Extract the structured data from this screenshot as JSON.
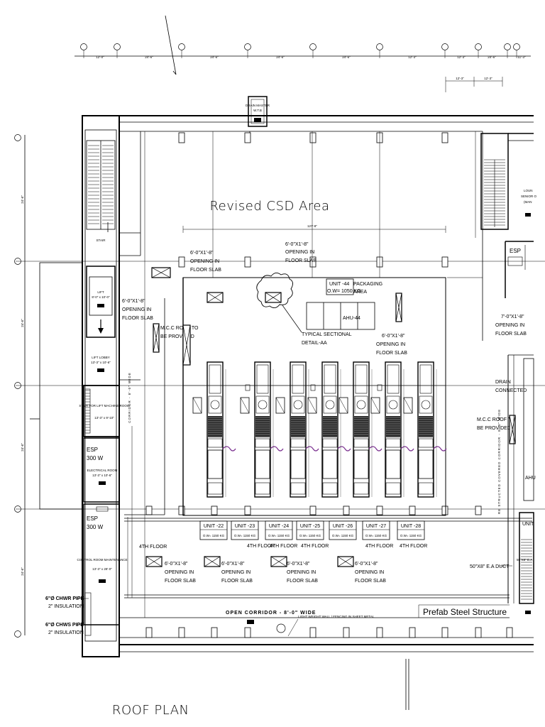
{
  "title": "Revised CSD Area",
  "roof_plan_label": "ROOF PLAN",
  "prefab_label": "Prefab Steel Structure",
  "corridor_label": "OPEN CORRIDOR - 8'-0\" WIDE",
  "light_wall_note": "LIGHT WEIGHT WALL / FENCING IN SHEET METAL",
  "covered_corridor_left": "CORRIDOR - 8'-0\" WIDE",
  "covered_corridor_right": "RE STRUCTED COVERED CORRIDOR - 8'-0\" WIDE",
  "packaging": {
    "unit": "UNIT -44",
    "weight": "O.W= 1050 KG",
    "area": "PACKAGING AREA",
    "ahu": "AHU-44"
  },
  "units": [
    {
      "name": "UNIT -22",
      "weight": "O.W= 1150 KG"
    },
    {
      "name": "UNIT -23",
      "weight": "O.W= 1150 KG"
    },
    {
      "name": "UNIT -24",
      "weight": "O.W= 1150 KG"
    },
    {
      "name": "UNIT -25",
      "weight": "O.W= 1150 KG"
    },
    {
      "name": "UNIT -26",
      "weight": "O.W= 1150 KG"
    },
    {
      "name": "UNIT -27",
      "weight": "O.W= 1150 KG"
    },
    {
      "name": "UNIT -28",
      "weight": "O.W= 1150 KG"
    }
  ],
  "floor_label": "4TH FLOOR",
  "openings": {
    "top_left": [
      "6'-0\"X1'-8\"",
      "OPENING IN",
      "FLOOR SLAB"
    ],
    "top_mid": [
      "6'-0\"X1'-8\"",
      "OPENING IN",
      "FLOOR SLAB"
    ],
    "left": [
      "6'-0\"X1'-8\"",
      "OPENING IN",
      "FLOOR SLAB"
    ],
    "right_pkg": [
      "6'-0\"X1'-8\"",
      "OPENING IN",
      "FLOOR SLAB"
    ],
    "right": [
      "7'-0\"X1'-8\"",
      "OPENING IN",
      "FLOOR SLAB"
    ],
    "bottom": [
      "6'-0\"X1'-8\"",
      "OPENING IN",
      "FLOOR SLAB"
    ]
  },
  "typical_section": [
    "TYPICAL SECTIONAL",
    "DETAIL-AA"
  ],
  "mcc_left": [
    "M.C.C ROOF TO",
    "BE PROVIDED"
  ],
  "mcc_right": [
    "M.C.C ROOF TO",
    "BE PROVIDED"
  ],
  "drain": [
    "DRAIN",
    "CONNECTED"
  ],
  "esp_left_1": [
    "ESP",
    "300 W"
  ],
  "esp_left_2": [
    "ESP",
    "300 W"
  ],
  "esp_right": "ESP",
  "duct_label": "50\"X8\" E.A DUCT",
  "pipe_1": [
    "6\"Ø CHWR PIPE",
    "2\" INSULATION"
  ],
  "pipe_2": [
    "6\"Ø CHWS PIPE",
    "2\" INSULATION"
  ],
  "rooms": {
    "stair": "STAIR",
    "lift": "LIFT",
    "lift_size": "8'-0\" x 10'-0\"",
    "lift_lobby": "LIFT LOBBY",
    "lift_lobby_size": "13'-3\" x 10'-6\"",
    "machine_room": "STAIR FOR LIFT MACHINE ROOM",
    "machine_size": "13'-3\" x 9'-10\"",
    "electrical": "ELECTRICAL ROOM",
    "electrical_size": "13'-3\" x 10'-6\"",
    "control": "CONTROL ROOM MAINTENANCE",
    "control_size": "13'-3\" x 28'-0\"",
    "top_box": "DRAIN MASTER",
    "top_box_2": "W.T.B",
    "lounge": "LOUN",
    "lounge_2": "SENIOR O",
    "lounge_3": "(MAN"
  },
  "dims": {
    "top": [
      "12'-0\"",
      "24'-6\"",
      "24'-6\"",
      "24'-6\"",
      "24'-6\"",
      "12'-3\"",
      "12'-3\"",
      "24'-6\"",
      "11'-3\""
    ],
    "left": [
      "24'-6\"",
      "24'-6\"",
      "24'-6\"",
      "24'-6\""
    ],
    "overall": "127'-8\"",
    "sub": [
      "12'-3\"",
      "12'-3\""
    ]
  },
  "colors": {
    "line": "#000000",
    "accent": "#7a2f8f"
  }
}
